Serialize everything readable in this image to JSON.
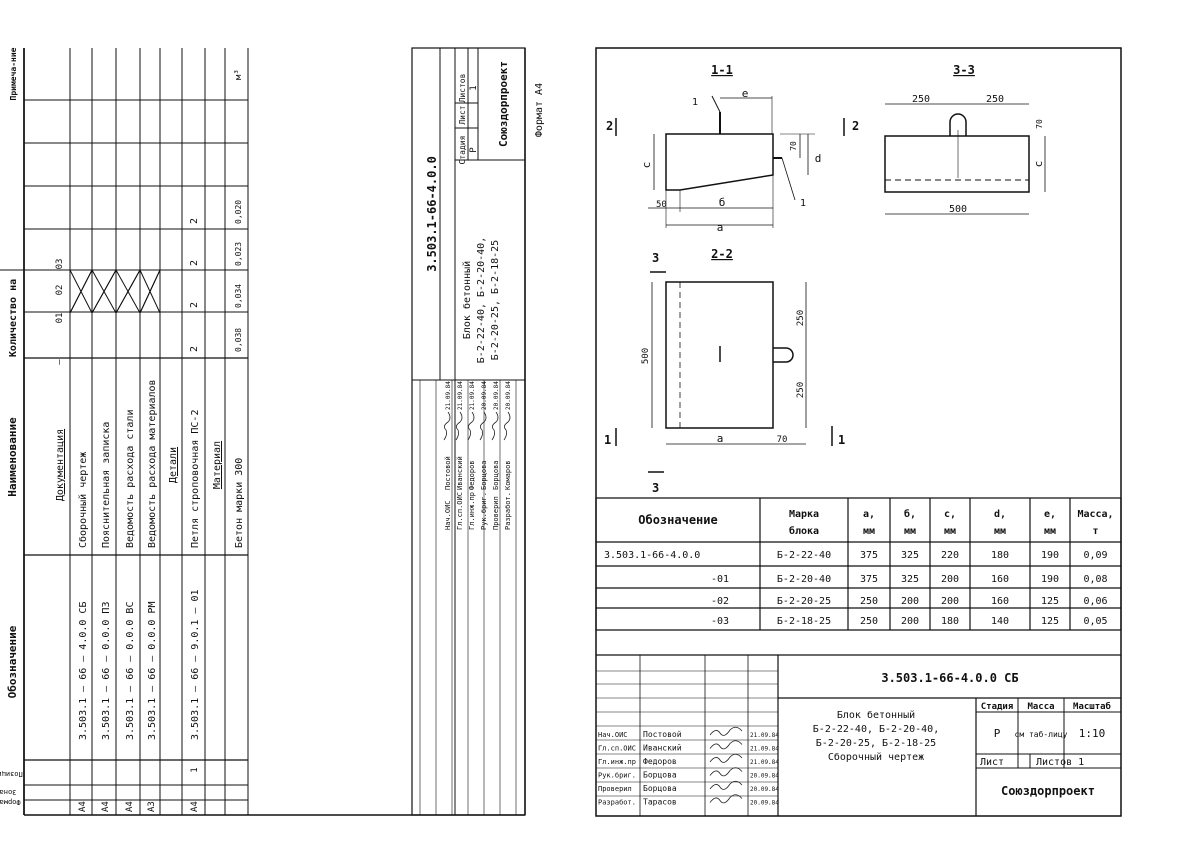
{
  "left_sheet": {
    "header": {
      "format": "Формат",
      "zone": "Зона",
      "position": "Позиция",
      "designation": "Обозначение",
      "name": "Наименование",
      "quantity_on": "Количество на",
      "variants": [
        "—",
        "01",
        "02",
        "03"
      ],
      "note": "Примеча-ние"
    },
    "rows": [
      {
        "format": "",
        "pos": "",
        "designation": "",
        "name": "Документация",
        "underline": true,
        "q": [
          "",
          "",
          "",
          ""
        ],
        "note": ""
      },
      {
        "format": "А4",
        "pos": "",
        "designation": "3.503.1 – 66 – 4.0.0 СБ",
        "name": "Сборочный чертеж",
        "q": [
          "",
          "",
          "",
          ""
        ],
        "note": ""
      },
      {
        "format": "А4",
        "pos": "",
        "designation": "3.503.1 – 66 – 0.0.0 ПЗ",
        "name": "Пояснительная записка",
        "q": [
          "",
          "",
          "",
          ""
        ],
        "note": ""
      },
      {
        "format": "А4",
        "pos": "",
        "designation": "3.503.1 – 66 – 0.0.0 ВС",
        "name": "Ведомость расхода стали",
        "q": [
          "",
          "",
          "",
          ""
        ],
        "note": ""
      },
      {
        "format": "А3",
        "pos": "",
        "designation": "3.503.1 – 66 – 0.0.0 РМ",
        "name": "Ведомость расхода материалов",
        "q": [
          "",
          "",
          "",
          ""
        ],
        "note": ""
      },
      {
        "format": "",
        "pos": "",
        "designation": "",
        "name": "Детали",
        "underline": true,
        "q": [
          "",
          "",
          "",
          ""
        ],
        "note": ""
      },
      {
        "format": "А4",
        "pos": "1",
        "designation": "3.503.1 – 66 – 9.0.1 – 01",
        "name": "Петля строповочная ПС-2",
        "q": [
          "2",
          "2",
          "2",
          "2"
        ],
        "note": ""
      },
      {
        "format": "",
        "pos": "",
        "designation": "",
        "name": "Материал",
        "underline": true,
        "q": [
          "",
          "",
          "",
          ""
        ],
        "note": ""
      },
      {
        "format": "",
        "pos": "",
        "designation": "",
        "name": "Бетон марки 300",
        "q": [
          "0,038",
          "0,034",
          "0,023",
          "0,020"
        ],
        "note": "м³"
      }
    ],
    "title_block": {
      "code": "3.503.1-66-4.0.0",
      "title_lines": [
        "Блок бетонный",
        "Б-2-22-40, Б-2-20-40,",
        "Б-2-20-25, Б-2-18-25"
      ],
      "stage_headers": [
        "Стадия",
        "Лист",
        "Листов"
      ],
      "stage_values": [
        "Р",
        "",
        "1"
      ],
      "org": "Союздорпроект",
      "signers": [
        {
          "role": "Нач.ОИС",
          "name": "Постовой",
          "date": "21.09.84"
        },
        {
          "role": "Гл.сп.ОИС",
          "name": "Иванский",
          "date": "21.09.84"
        },
        {
          "role": "Гл.инж.пр",
          "name": "Федоров",
          "date": "21.09.84"
        },
        {
          "role": "Рук.бриг.",
          "name": "Борцова",
          "date": "20.09.84"
        },
        {
          "role": "Проверил",
          "name": "Борцова",
          "date": "20.09.84"
        },
        {
          "role": "Разработ.",
          "name": "Комаров",
          "date": "20.09.84"
        }
      ]
    },
    "format_note": "Формат А4"
  },
  "right_sheet": {
    "sections": {
      "s11": "1-1",
      "s33": "3-3",
      "s22": "2-2"
    },
    "dims": {
      "e": "е",
      "c": "с",
      "d": "d",
      "b": "б",
      "a": "а",
      "n50": "50",
      "n70": "70",
      "n250": "250",
      "n500": "500",
      "cut1": "1",
      "cut2": "2",
      "cut3": "3",
      "leader1": "1"
    },
    "table": {
      "headers": [
        "Обозначение",
        "Марка блока",
        "a, мм",
        "б, мм",
        "с, мм",
        "d, мм",
        "e, мм",
        "Масса, т"
      ],
      "rows": [
        [
          "3.503.1-66-4.0.0",
          "Б-2-22-40",
          "375",
          "325",
          "220",
          "180",
          "190",
          "0,09"
        ],
        [
          "-01",
          "Б-2-20-40",
          "375",
          "325",
          "200",
          "160",
          "190",
          "0,08"
        ],
        [
          "-02",
          "Б-2-20-25",
          "250",
          "200",
          "200",
          "160",
          "125",
          "0,06"
        ],
        [
          "-03",
          "Б-2-18-25",
          "250",
          "200",
          "180",
          "140",
          "125",
          "0,05"
        ]
      ]
    },
    "title_block": {
      "code": "3.503.1-66-4.0.0 СБ",
      "title_lines": [
        "Блок бетонный",
        "Б-2-22-40, Б-2-20-40,",
        "Б-2-20-25, Б-2-18-25",
        "Сборочный чертеж"
      ],
      "stage_headers": [
        "Стадия",
        "Масса",
        "Масштаб"
      ],
      "stage": "Р",
      "mass": "см таб-лицу",
      "scale": "1:10",
      "sheet_label": "Лист",
      "sheets_label": "Листов 1",
      "org": "Союздорпроект",
      "signers": [
        {
          "role": "Нач.ОИС",
          "name": "Постовой",
          "date": "21.09.84"
        },
        {
          "role": "Гл.сп.ОИС",
          "name": "Иванский",
          "date": "21.09.84"
        },
        {
          "role": "Гл.инж.пр",
          "name": "Федоров",
          "date": "21.09.84"
        },
        {
          "role": "Рук.бриг.",
          "name": "Борцова",
          "date": "20.09.84"
        },
        {
          "role": "Проверил",
          "name": "Борцова",
          "date": "20.09.84"
        },
        {
          "role": "Разработ.",
          "name": "Тарасов",
          "date": "20.09.84"
        }
      ]
    }
  }
}
